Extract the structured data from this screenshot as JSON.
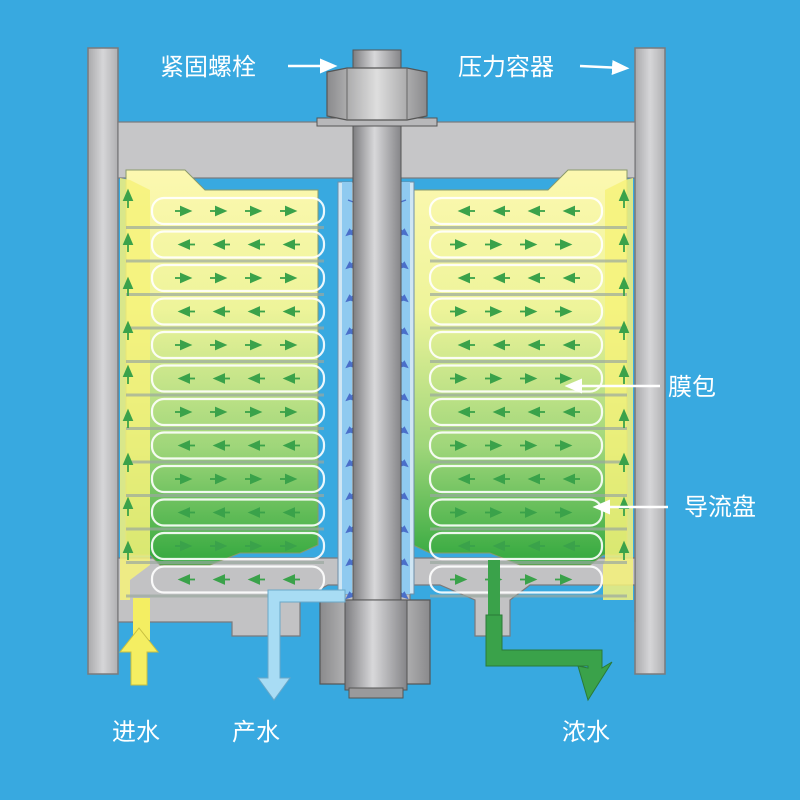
{
  "labels": {
    "bolt": "紧固螺栓",
    "vessel": "压力容器",
    "membrane": "膜包",
    "disc": "导流盘",
    "feed": "进水",
    "product": "产水",
    "concentrate": "浓水"
  },
  "colors": {
    "background": "#38a9e0",
    "frame": "#c4c4c6",
    "membrane_top": "#fcf8b0",
    "membrane_bottom": "#2fa83a",
    "feed_channel": "#f6f27a",
    "feed_arrow": "#f4ee62",
    "product_arrow": "#a8dcf4",
    "concentrate_arrow": "#3aa24a",
    "text": "#ffffff"
  },
  "stack": {
    "layers": 12
  }
}
